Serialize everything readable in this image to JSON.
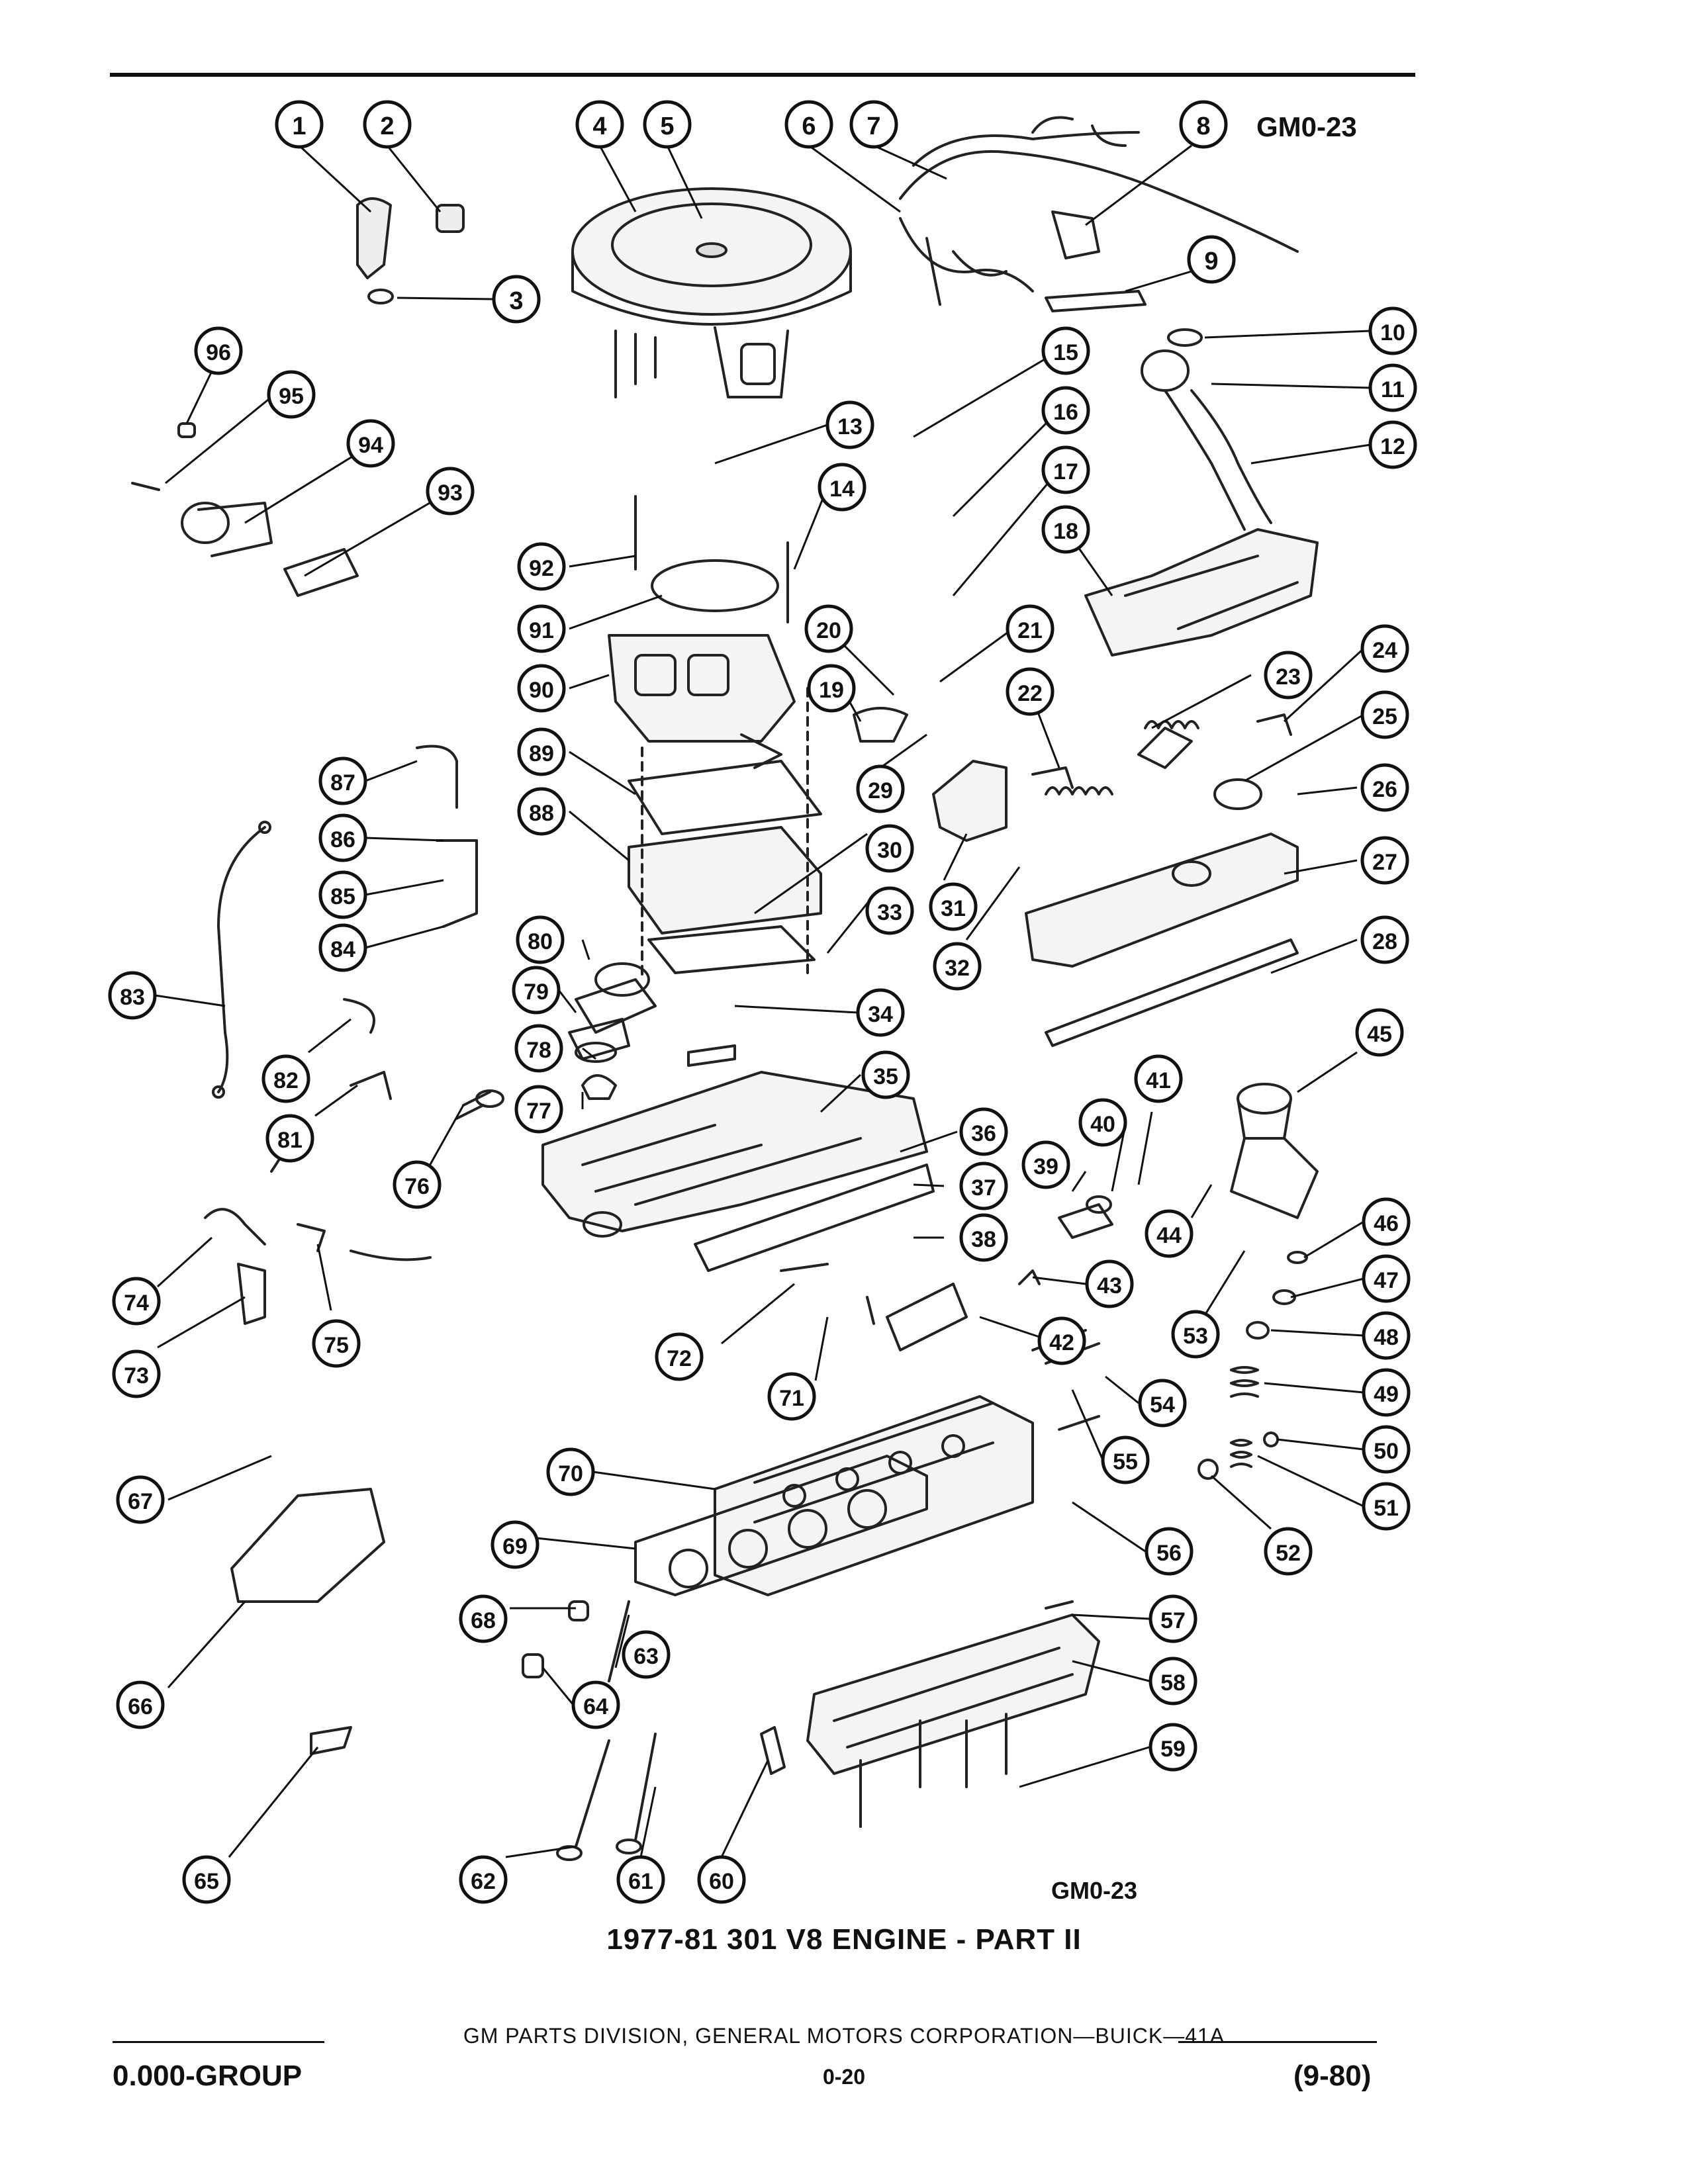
{
  "diagram_code_top": "GM0-23",
  "diagram_code_bottom": "GM0-23",
  "caption": "1977-81 301 V8 ENGINE - PART II",
  "footer": {
    "credit": "GM PARTS DIVISION, GENERAL MOTORS CORPORATION—BUICK—41A",
    "group": "0.000-GROUP",
    "page": "0-20",
    "revision": "(9-80)"
  },
  "callouts": [
    "1",
    "2",
    "3",
    "4",
    "5",
    "6",
    "7",
    "8",
    "9",
    "10",
    "11",
    "12",
    "13",
    "14",
    "15",
    "16",
    "17",
    "18",
    "19",
    "20",
    "21",
    "22",
    "23",
    "24",
    "25",
    "26",
    "27",
    "28",
    "29",
    "30",
    "31",
    "32",
    "33",
    "34",
    "35",
    "36",
    "37",
    "38",
    "39",
    "40",
    "41",
    "42",
    "43",
    "44",
    "45",
    "46",
    "47",
    "48",
    "49",
    "50",
    "51",
    "52",
    "53",
    "54",
    "55",
    "56",
    "57",
    "58",
    "59",
    "60",
    "61",
    "62",
    "63",
    "64",
    "65",
    "66",
    "67",
    "68",
    "69",
    "70",
    "71",
    "72",
    "73",
    "74",
    "75",
    "76",
    "77",
    "78",
    "79",
    "80",
    "81",
    "82",
    "83",
    "84",
    "85",
    "86",
    "87",
    "88",
    "89",
    "90",
    "91",
    "92",
    "93",
    "94",
    "95",
    "96"
  ]
}
